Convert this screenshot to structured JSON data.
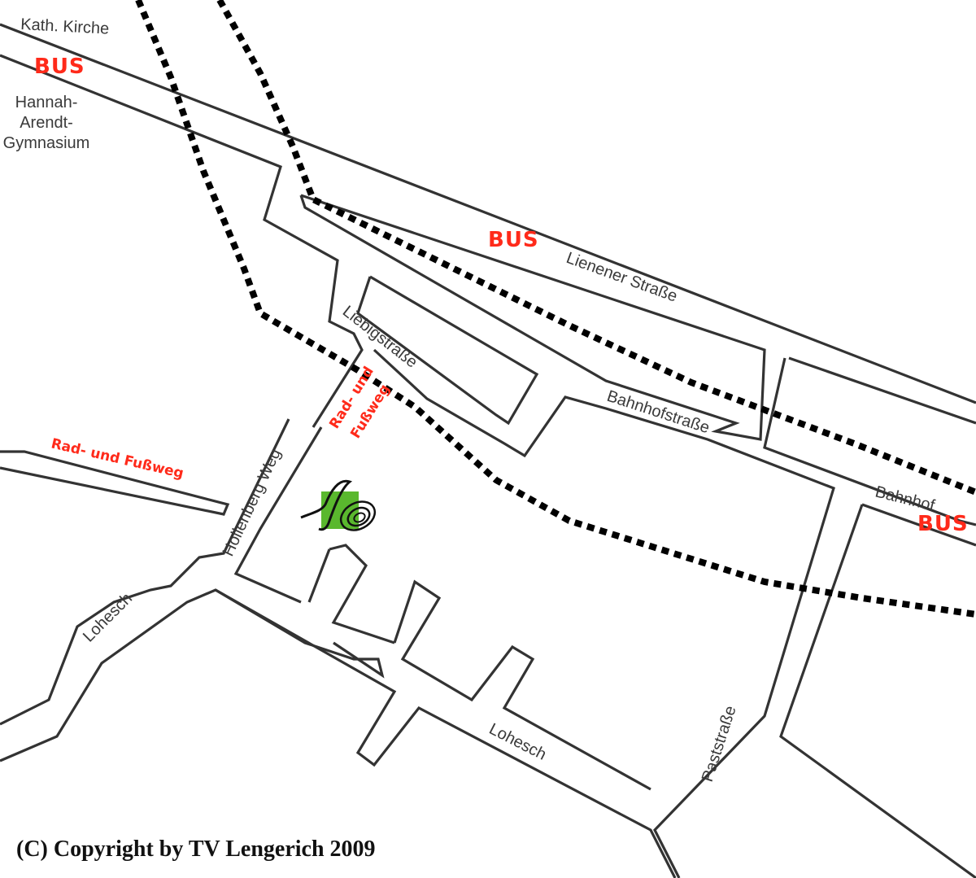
{
  "map": {
    "labels": {
      "kath_kirche": "Kath. Kirche",
      "school_line1": "Hannah-",
      "school_line2": "Arendt-",
      "school_line3": "Gymnasium",
      "liener_strasse": "Lienener Straße",
      "liebigstrasse": "Liebigstraße",
      "bahnhofstrasse": "Bahnhofstraße",
      "bahnhof": "Bahnhof",
      "hollenberg_weg": "Hollenberg Weg",
      "lohesch_west": "Lohesch",
      "lohesch_south": "Lohesch",
      "paststrasse": "Paststraße"
    },
    "bus_stops": {
      "northwest": "BUS",
      "center": "BUS",
      "east": "BUS"
    },
    "paths": {
      "west": "Rad- und Fußweg",
      "north_line1": "Rad- und",
      "north_line2": "Fußweg"
    },
    "copyright": "(C) Copyright by TV Lengerich 2009",
    "colors": {
      "road_outline": "#333333",
      "railway": "#000000",
      "accent_red": "#ff2a1a",
      "logo_green": "#5ab82e"
    },
    "icons": {
      "club_logo": "tv-lengerich-logo-icon"
    }
  }
}
